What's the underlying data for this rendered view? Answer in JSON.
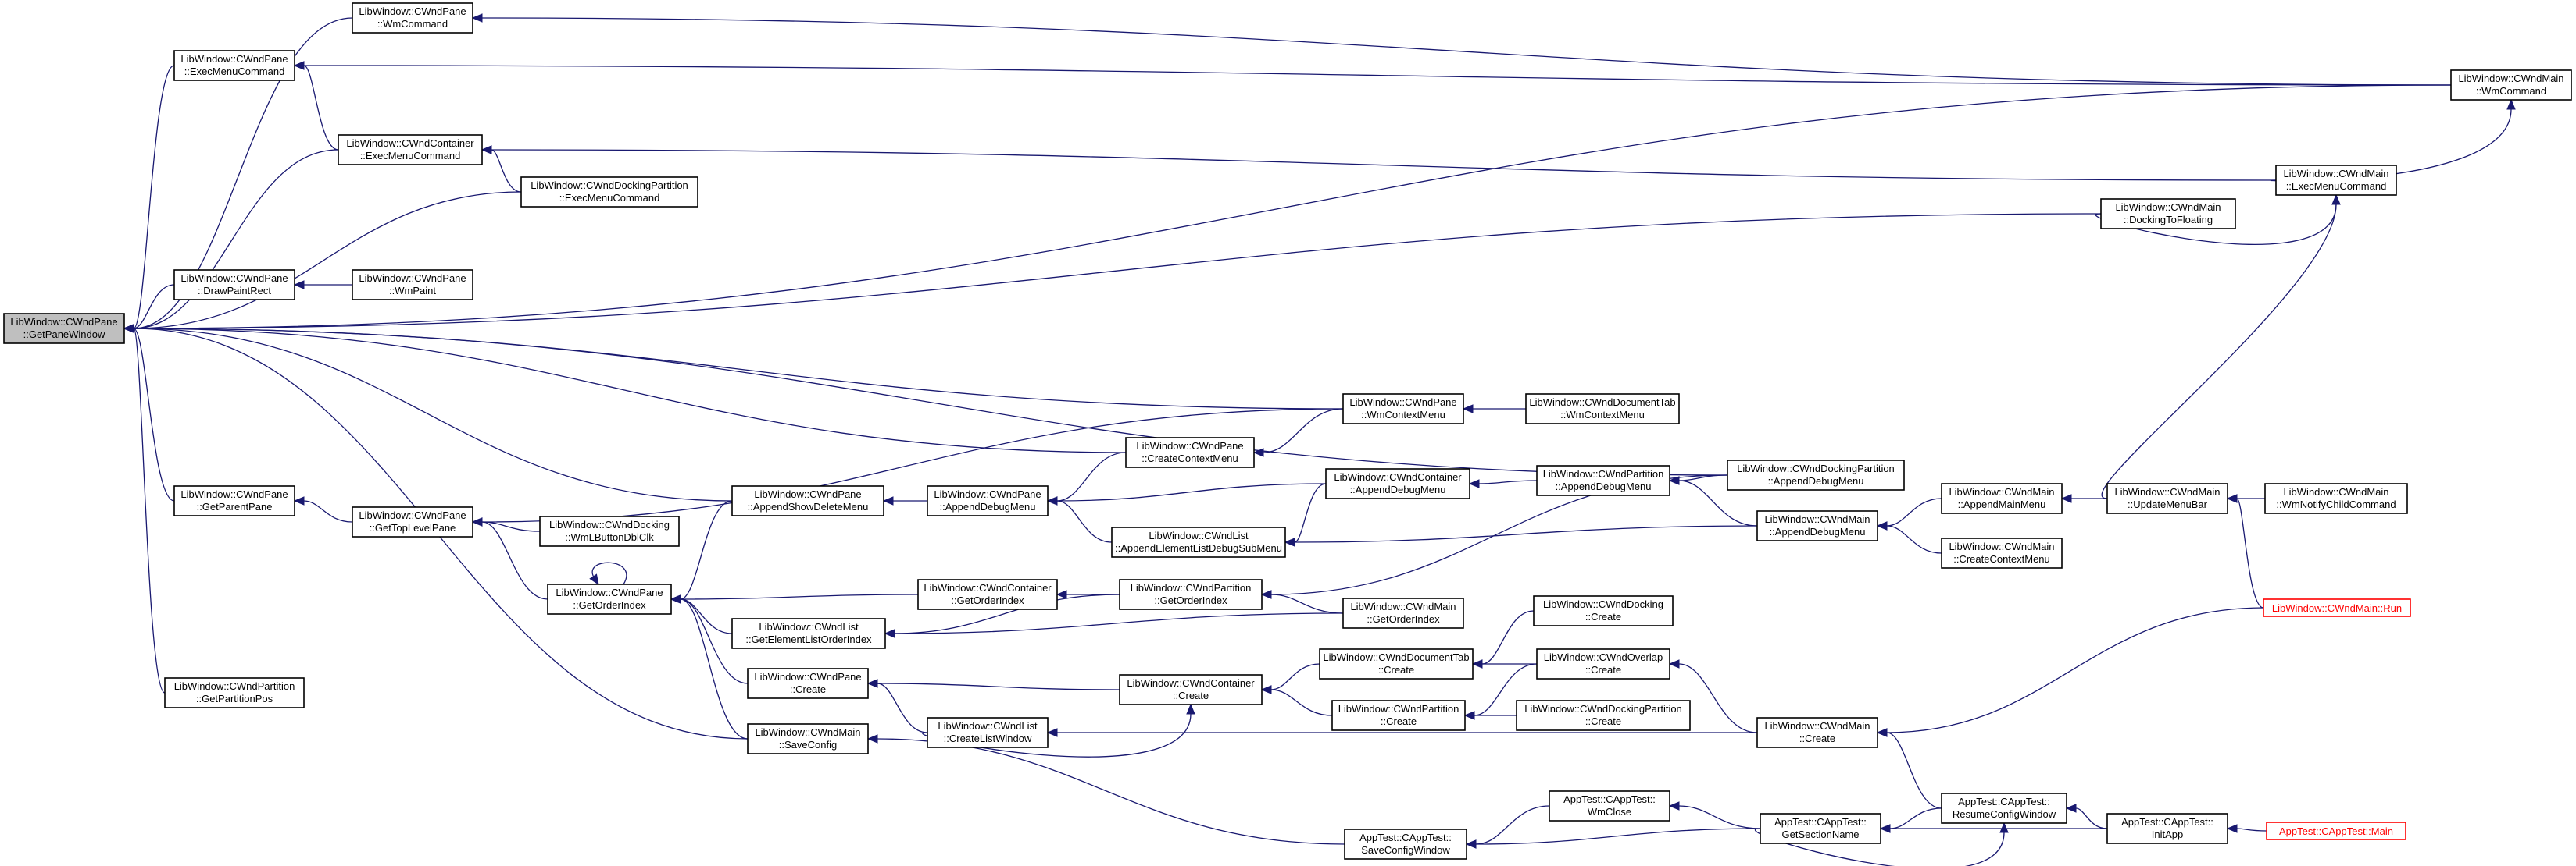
{
  "nodes": [
    {
      "id": "GetPaneWindow",
      "l1": "LibWindow::CWndPane",
      "l2": "::GetPaneWindow",
      "focus": true
    },
    {
      "id": "PaneWmCommand",
      "l1": "LibWindow::CWndPane",
      "l2": "::WmCommand"
    },
    {
      "id": "PaneExecMenu",
      "l1": "LibWindow::CWndPane",
      "l2": "::ExecMenuCommand"
    },
    {
      "id": "ContExecMenu",
      "l1": "LibWindow::CWndContainer",
      "l2": "::ExecMenuCommand"
    },
    {
      "id": "DockPartExecMenu",
      "l1": "LibWindow::CWndDockingPartition",
      "l2": "::ExecMenuCommand"
    },
    {
      "id": "DrawPaintRect",
      "l1": "LibWindow::CWndPane",
      "l2": "::DrawPaintRect"
    },
    {
      "id": "WmPaint",
      "l1": "LibWindow::CWndPane",
      "l2": "::WmPaint"
    },
    {
      "id": "GetParentPane",
      "l1": "LibWindow::CWndPane",
      "l2": "::GetParentPane"
    },
    {
      "id": "GetPartitionPos",
      "l1": "LibWindow::CWndPartition",
      "l2": "::GetPartitionPos"
    },
    {
      "id": "GetTopLevelPane",
      "l1": "LibWindow::CWndPane",
      "l2": "::GetTopLevelPane"
    },
    {
      "id": "WmLButtonDblClk",
      "l1": "LibWindow::CWndDocking",
      "l2": "::WmLButtonDblClk"
    },
    {
      "id": "PaneGetOrderIndex",
      "l1": "LibWindow::CWndPane",
      "l2": "::GetOrderIndex"
    },
    {
      "id": "GetElementListOrderIndex",
      "l1": "LibWindow::CWndList",
      "l2": "::GetElementListOrderIndex"
    },
    {
      "id": "PaneCreate",
      "l1": "LibWindow::CWndPane",
      "l2": "::Create"
    },
    {
      "id": "MainSaveConfig",
      "l1": "LibWindow::CWndMain",
      "l2": "::SaveConfig"
    },
    {
      "id": "AppendShowDeleteMenu",
      "l1": "LibWindow::CWndPane",
      "l2": "::AppendShowDeleteMenu"
    },
    {
      "id": "PaneAppendDebugMenu",
      "l1": "LibWindow::CWndPane",
      "l2": "::AppendDebugMenu"
    },
    {
      "id": "PaneCreateContextMenu",
      "l1": "LibWindow::CWndPane",
      "l2": "::CreateContextMenu"
    },
    {
      "id": "PaneWmContextMenu",
      "l1": "LibWindow::CWndPane",
      "l2": "::WmContextMenu"
    },
    {
      "id": "DocTabWmContextMenu",
      "l1": "LibWindow::CWndDocumentTab",
      "l2": "::WmContextMenu"
    },
    {
      "id": "AppendElementListDebugSubMenu",
      "l1": "LibWindow::CWndList",
      "l2": "::AppendElementListDebugSubMenu"
    },
    {
      "id": "ContGetOrderIndex",
      "l1": "LibWindow::CWndContainer",
      "l2": "::GetOrderIndex"
    },
    {
      "id": "CreateListWindow",
      "l1": "LibWindow::CWndList",
      "l2": "::CreateListWindow"
    },
    {
      "id": "ContAppendDebugMenu",
      "l1": "LibWindow::CWndContainer",
      "l2": "::AppendDebugMenu"
    },
    {
      "id": "PartGetOrderIndex",
      "l1": "LibWindow::CWndPartition",
      "l2": "::GetOrderIndex"
    },
    {
      "id": "ContCreate",
      "l1": "LibWindow::CWndContainer",
      "l2": "::Create"
    },
    {
      "id": "MainGetOrderIndex",
      "l1": "LibWindow::CWndMain",
      "l2": "::GetOrderIndex"
    },
    {
      "id": "PartAppendDebugMenu",
      "l1": "LibWindow::CWndPartition",
      "l2": "::AppendDebugMenu"
    },
    {
      "id": "DocTabCreate",
      "l1": "LibWindow::CWndDocumentTab",
      "l2": "::Create"
    },
    {
      "id": "PartCreate",
      "l1": "LibWindow::CWndPartition",
      "l2": "::Create"
    },
    {
      "id": "DockingCreate",
      "l1": "LibWindow::CWndDocking",
      "l2": "::Create"
    },
    {
      "id": "OverlapCreate",
      "l1": "LibWindow::CWndOverlap",
      "l2": "::Create"
    },
    {
      "id": "DockPartCreate",
      "l1": "LibWindow::CWndDockingPartition",
      "l2": "::Create"
    },
    {
      "id": "DockPartAppendDebugMenu",
      "l1": "LibWindow::CWndDockingPartition",
      "l2": "::AppendDebugMenu"
    },
    {
      "id": "MainAppendDebugMenu",
      "l1": "LibWindow::CWndMain",
      "l2": "::AppendDebugMenu"
    },
    {
      "id": "MainCreate",
      "l1": "LibWindow::CWndMain",
      "l2": "::Create"
    },
    {
      "id": "SaveConfigWindow",
      "l1": "AppTest::CAppTest::",
      "l2": "SaveConfigWindow"
    },
    {
      "id": "AppWmClose",
      "l1": "AppTest::CAppTest::",
      "l2": "WmClose"
    },
    {
      "id": "GetSectionName",
      "l1": "AppTest::CAppTest::",
      "l2": "GetSectionName"
    },
    {
      "id": "ResumeConfigWindow",
      "l1": "AppTest::CAppTest::",
      "l2": "ResumeConfigWindow"
    },
    {
      "id": "InitApp",
      "l1": "AppTest::CAppTest::",
      "l2": "InitApp"
    },
    {
      "id": "AppMain",
      "l1": "AppTest::CAppTest::Main",
      "l2": "",
      "trunc": true
    },
    {
      "id": "MainAppendMainMenu",
      "l1": "LibWindow::CWndMain",
      "l2": "::AppendMainMenu"
    },
    {
      "id": "MainCreateContextMenu",
      "l1": "LibWindow::CWndMain",
      "l2": "::CreateContextMenu"
    },
    {
      "id": "UpdateMenuBar",
      "l1": "LibWindow::CWndMain",
      "l2": "::UpdateMenuBar"
    },
    {
      "id": "WmNotifyChildCommand",
      "l1": "LibWindow::CWndMain",
      "l2": "::WmNotifyChildCommand"
    },
    {
      "id": "MainRun",
      "l1": "LibWindow::CWndMain::Run",
      "l2": "",
      "trunc": true
    },
    {
      "id": "DockingToFloating",
      "l1": "LibWindow::CWndMain",
      "l2": "::DockingToFloating"
    },
    {
      "id": "MainExecMenu",
      "l1": "LibWindow::CWndMain",
      "l2": "::ExecMenuCommand"
    },
    {
      "id": "MainWmCommand",
      "l1": "LibWindow::CWndMain",
      "l2": "::WmCommand"
    }
  ],
  "edges": [
    [
      "PaneWmCommand",
      "GetPaneWindow"
    ],
    [
      "PaneExecMenu",
      "GetPaneWindow"
    ],
    [
      "ContExecMenu",
      "GetPaneWindow"
    ],
    [
      "DockPartExecMenu",
      "GetPaneWindow"
    ],
    [
      "MainWmCommand",
      "GetPaneWindow"
    ],
    [
      "DockingToFloating",
      "GetPaneWindow"
    ],
    [
      "DrawPaintRect",
      "GetPaneWindow"
    ],
    [
      "DockPartAppendDebugMenu",
      "GetPaneWindow"
    ],
    [
      "PaneWmContextMenu",
      "GetPaneWindow"
    ],
    [
      "PaneCreateContextMenu",
      "GetPaneWindow"
    ],
    [
      "AppendShowDeleteMenu",
      "GetPaneWindow"
    ],
    [
      "GetParentPane",
      "GetPaneWindow"
    ],
    [
      "MainSaveConfig",
      "GetPaneWindow"
    ],
    [
      "GetPartitionPos",
      "GetPaneWindow"
    ],
    [
      "MainWmCommand",
      "PaneWmCommand"
    ],
    [
      "MainWmCommand",
      "PaneExecMenu"
    ],
    [
      "ContExecMenu",
      "PaneExecMenu"
    ],
    [
      "MainExecMenu",
      "ContExecMenu"
    ],
    [
      "DockPartExecMenu",
      "ContExecMenu"
    ],
    [
      "MainExecMenu",
      "MainWmCommand"
    ],
    [
      "DockingToFloating",
      "MainExecMenu"
    ],
    [
      "UpdateMenuBar",
      "MainExecMenu"
    ],
    [
      "WmPaint",
      "DrawPaintRect"
    ],
    [
      "GetTopLevelPane",
      "GetParentPane"
    ],
    [
      "PaneWmContextMenu",
      "GetTopLevelPane"
    ],
    [
      "WmLButtonDblClk",
      "GetTopLevelPane"
    ],
    [
      "PaneGetOrderIndex",
      "GetTopLevelPane"
    ],
    [
      "PaneGetOrderIndex",
      "PaneGetOrderIndex"
    ],
    [
      "ContGetOrderIndex",
      "PaneGetOrderIndex"
    ],
    [
      "GetElementListOrderIndex",
      "PaneGetOrderIndex"
    ],
    [
      "PaneCreate",
      "PaneGetOrderIndex"
    ],
    [
      "MainSaveConfig",
      "PaneGetOrderIndex"
    ],
    [
      "AppendShowDeleteMenu",
      "PaneGetOrderIndex"
    ],
    [
      "PaneAppendDebugMenu",
      "AppendShowDeleteMenu"
    ],
    [
      "PaneCreateContextMenu",
      "PaneAppendDebugMenu"
    ],
    [
      "ContAppendDebugMenu",
      "PaneAppendDebugMenu"
    ],
    [
      "AppendElementListDebugSubMenu",
      "PaneAppendDebugMenu"
    ],
    [
      "PaneWmContextMenu",
      "PaneCreateContextMenu"
    ],
    [
      "DocTabWmContextMenu",
      "PaneWmContextMenu"
    ],
    [
      "ContAppendDebugMenu",
      "AppendElementListDebugSubMenu"
    ],
    [
      "MainAppendDebugMenu",
      "AppendElementListDebugSubMenu"
    ],
    [
      "PartAppendDebugMenu",
      "ContAppendDebugMenu"
    ],
    [
      "DockPartAppendDebugMenu",
      "PartAppendDebugMenu"
    ],
    [
      "MainAppendDebugMenu",
      "PartAppendDebugMenu"
    ],
    [
      "MainAppendMainMenu",
      "MainAppendDebugMenu"
    ],
    [
      "MainCreateContextMenu",
      "MainAppendDebugMenu"
    ],
    [
      "UpdateMenuBar",
      "MainAppendMainMenu"
    ],
    [
      "WmNotifyChildCommand",
      "UpdateMenuBar"
    ],
    [
      "MainRun",
      "UpdateMenuBar"
    ],
    [
      "PartGetOrderIndex",
      "ContGetOrderIndex"
    ],
    [
      "PartGetOrderIndex",
      "GetElementListOrderIndex"
    ],
    [
      "MainGetOrderIndex",
      "PartGetOrderIndex"
    ],
    [
      "DockPartAppendDebugMenu",
      "PartGetOrderIndex"
    ],
    [
      "MainGetOrderIndex",
      "GetElementListOrderIndex"
    ],
    [
      "ContCreate",
      "PaneCreate"
    ],
    [
      "CreateListWindow",
      "PaneCreate"
    ],
    [
      "CreateListWindow",
      "ContCreate"
    ],
    [
      "MainCreate",
      "CreateListWindow"
    ],
    [
      "DocTabCreate",
      "ContCreate"
    ],
    [
      "PartCreate",
      "ContCreate"
    ],
    [
      "DockingCreate",
      "DocTabCreate"
    ],
    [
      "OverlapCreate",
      "DocTabCreate"
    ],
    [
      "OverlapCreate",
      "PartCreate"
    ],
    [
      "DockPartCreate",
      "PartCreate"
    ],
    [
      "MainCreate",
      "OverlapCreate"
    ],
    [
      "MainRun",
      "MainCreate"
    ],
    [
      "ResumeConfigWindow",
      "MainCreate"
    ],
    [
      "SaveConfigWindow",
      "MainSaveConfig"
    ],
    [
      "AppWmClose",
      "SaveConfigWindow"
    ],
    [
      "GetSectionName",
      "SaveConfigWindow"
    ],
    [
      "GetSectionName",
      "AppWmClose"
    ],
    [
      "ResumeConfigWindow",
      "GetSectionName"
    ],
    [
      "InitApp",
      "GetSectionName"
    ],
    [
      "GetSectionName",
      "ResumeConfigWindow"
    ],
    [
      "InitApp",
      "ResumeConfigWindow"
    ],
    [
      "AppMain",
      "InitApp"
    ]
  ]
}
